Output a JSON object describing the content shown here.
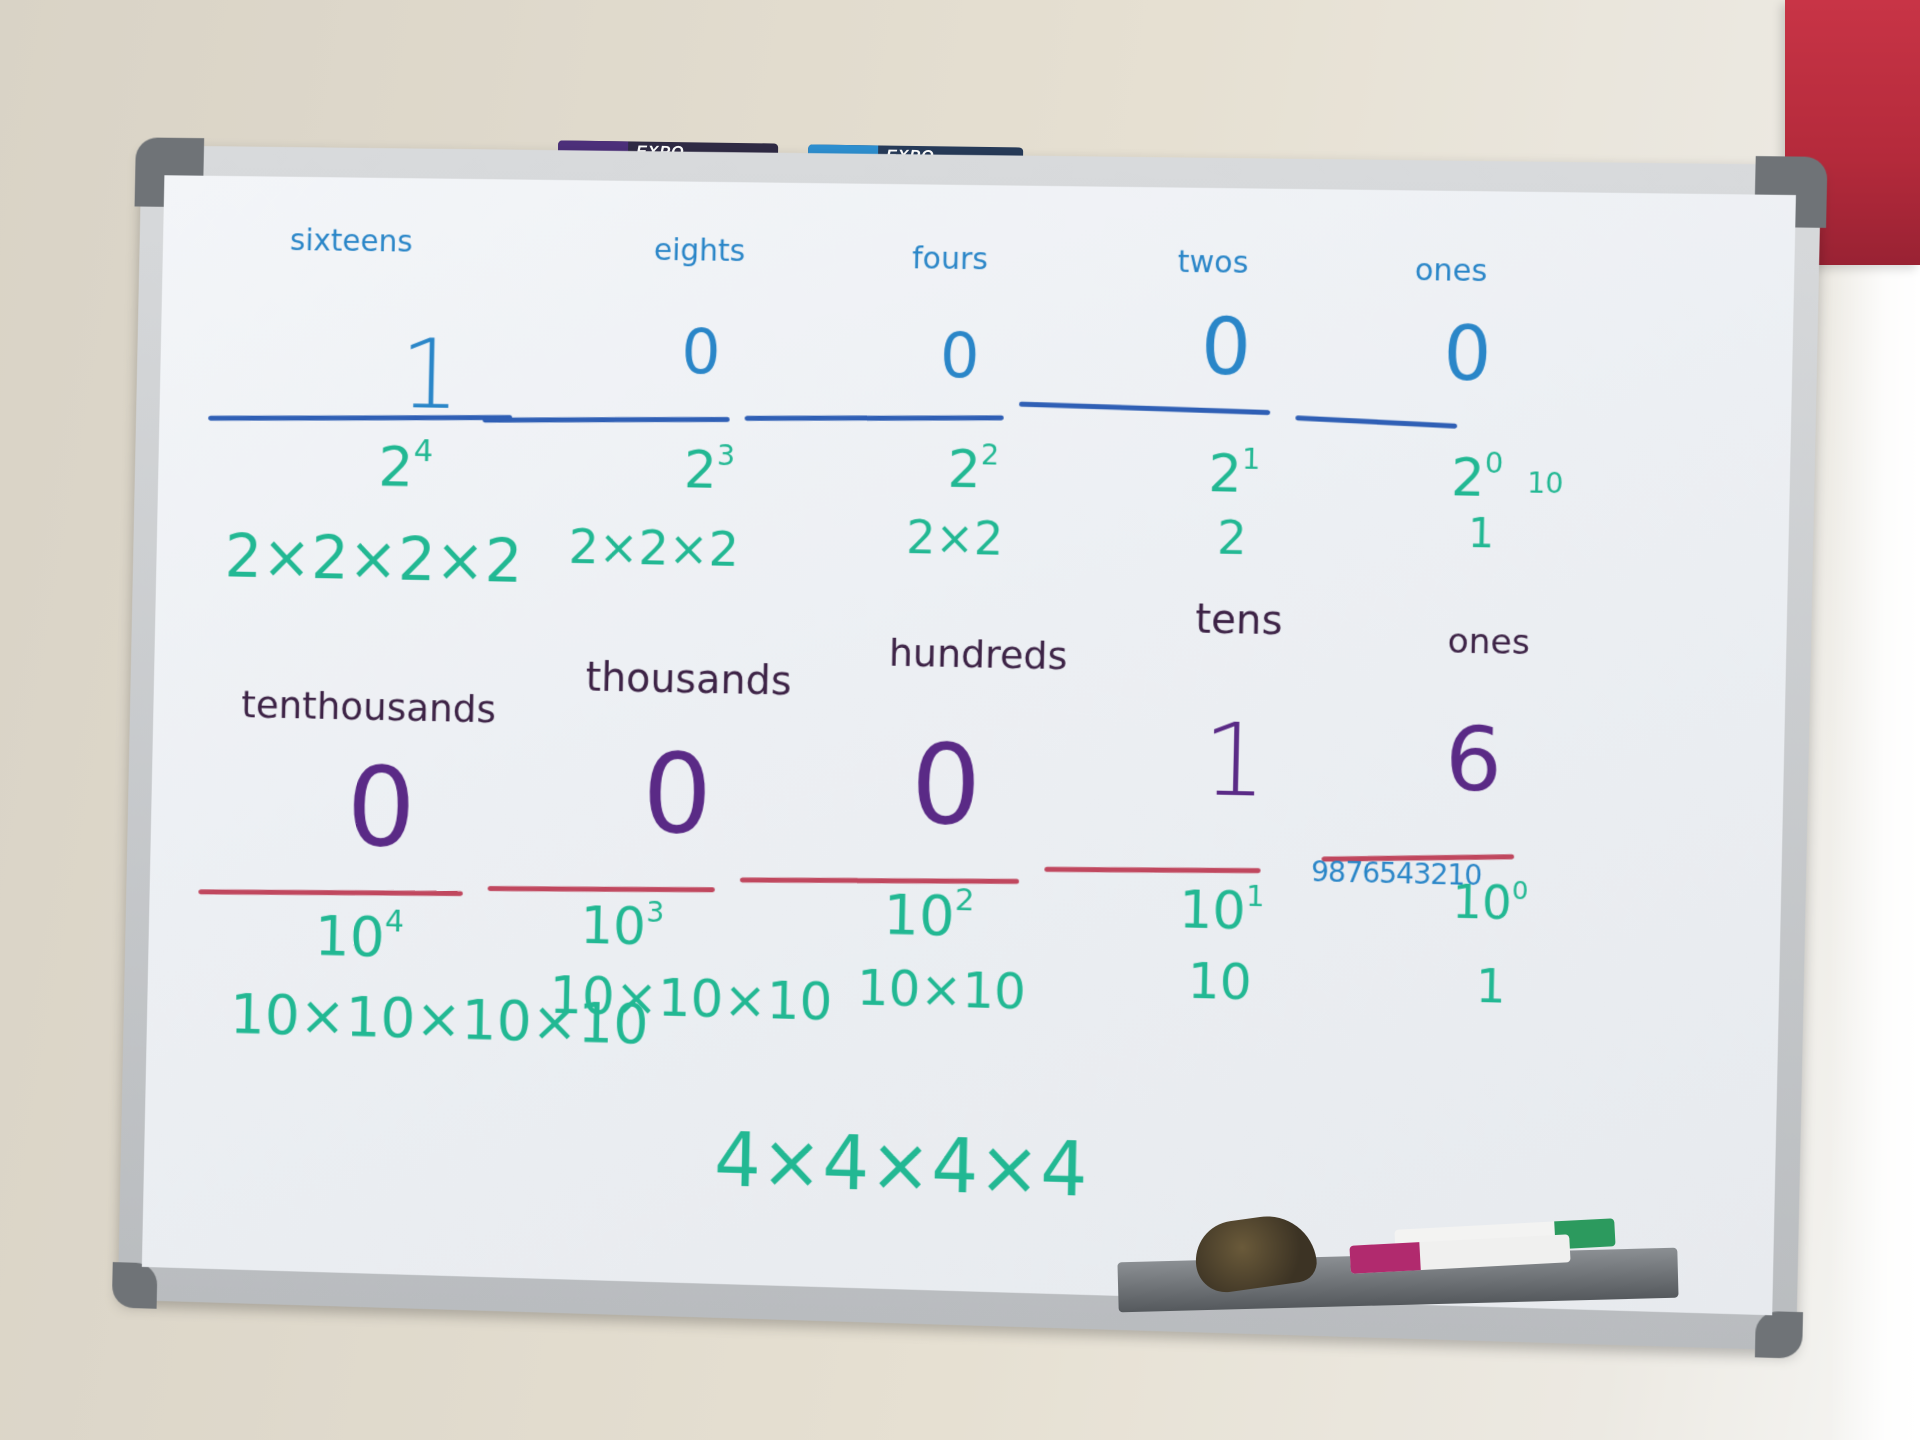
{
  "scene": {
    "markers_top": [
      {
        "brand": "EXPO",
        "color": "purple"
      },
      {
        "brand": "EXPO",
        "color": "blue"
      }
    ],
    "colors": {
      "blue_ink": "#2a86c8",
      "teal_ink": "#22b893",
      "purple_ink": "#5a2a86",
      "blue_rule": "#2f5fb5",
      "red_rule": "#c0475e"
    }
  },
  "binary": {
    "columns": [
      {
        "label": "sixteens",
        "digit": "1",
        "base": "2",
        "exp": "4",
        "expanded": "2×2×2×2"
      },
      {
        "label": "eights",
        "digit": "0",
        "base": "2",
        "exp": "3",
        "expanded": "2×2×2"
      },
      {
        "label": "fours",
        "digit": "0",
        "base": "2",
        "exp": "2",
        "expanded": "2×2"
      },
      {
        "label": "twos",
        "digit": "0",
        "base": "2",
        "exp": "1",
        "expanded": "2"
      },
      {
        "label": "ones",
        "digit": "0",
        "base": "2",
        "exp": "0",
        "expanded": "1"
      }
    ],
    "base_note": "10"
  },
  "decimal": {
    "columns": [
      {
        "label": "tenthousands",
        "digit": "0",
        "base": "10",
        "exp": "4",
        "expanded": "10×10×10×10"
      },
      {
        "label": "thousands",
        "digit": "0",
        "base": "10",
        "exp": "3",
        "expanded": "10×10×10"
      },
      {
        "label": "hundreds",
        "digit": "0",
        "base": "10",
        "exp": "2",
        "expanded": "10×10"
      },
      {
        "label": "tens",
        "digit": "1",
        "base": "10",
        "exp": "1",
        "expanded": "10"
      },
      {
        "label": "ones",
        "digit": "6",
        "base": "10",
        "exp": "0",
        "expanded": "1"
      }
    ],
    "digit_list": "9876543210"
  },
  "footer_expression": "4×4×4×4"
}
